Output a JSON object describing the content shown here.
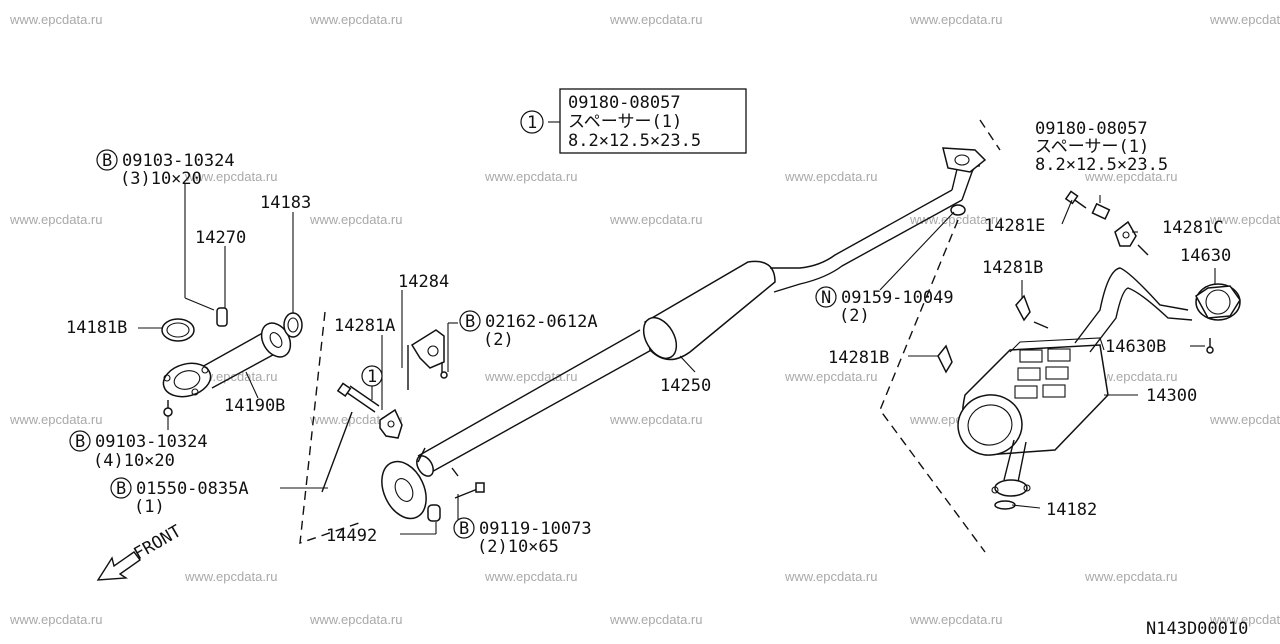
{
  "watermark": "www.epcdata.ru",
  "diagram_id": "N143D00010",
  "front_label": "FRONT",
  "boxed_note": {
    "ref": "1",
    "lines": [
      "09180-08057",
      "スペーサー(1)",
      "8.2×12.5×23.5"
    ]
  },
  "labels": {
    "p14183": "14183",
    "p14270": "14270",
    "p14181b": "14181B",
    "p14190b": "14190B",
    "p14284": "14284",
    "p14281a": "14281A",
    "p14250": "14250",
    "p14492": "14492",
    "p14281e": "14281E",
    "p14281c": "14281C",
    "p14281b_top": "14281B",
    "p14281b_mid": "14281B",
    "p14630": "14630",
    "p14630b": "14630B",
    "p14300": "14300",
    "p14182": "14182",
    "callout1": "1"
  },
  "fasteners": {
    "b1": {
      "mark": "B",
      "code": "09103-10324",
      "qty": "(3)10×20"
    },
    "b2": {
      "mark": "B",
      "code": "09103-10324",
      "qty": "(4)10×20"
    },
    "b3": {
      "mark": "B",
      "code": "01550-0835A",
      "qty": "(1)"
    },
    "b4": {
      "mark": "B",
      "code": "02162-0612A",
      "qty": "(2)"
    },
    "b5": {
      "mark": "B",
      "code": "09119-10073",
      "qty": "(2)10×65"
    },
    "n1": {
      "mark": "N",
      "code": "09159-10049",
      "qty": "(2)"
    }
  },
  "spacer_note": {
    "lines": [
      "09180-08057",
      "スペーサー(1)",
      "8.2×12.5×23.5"
    ]
  }
}
